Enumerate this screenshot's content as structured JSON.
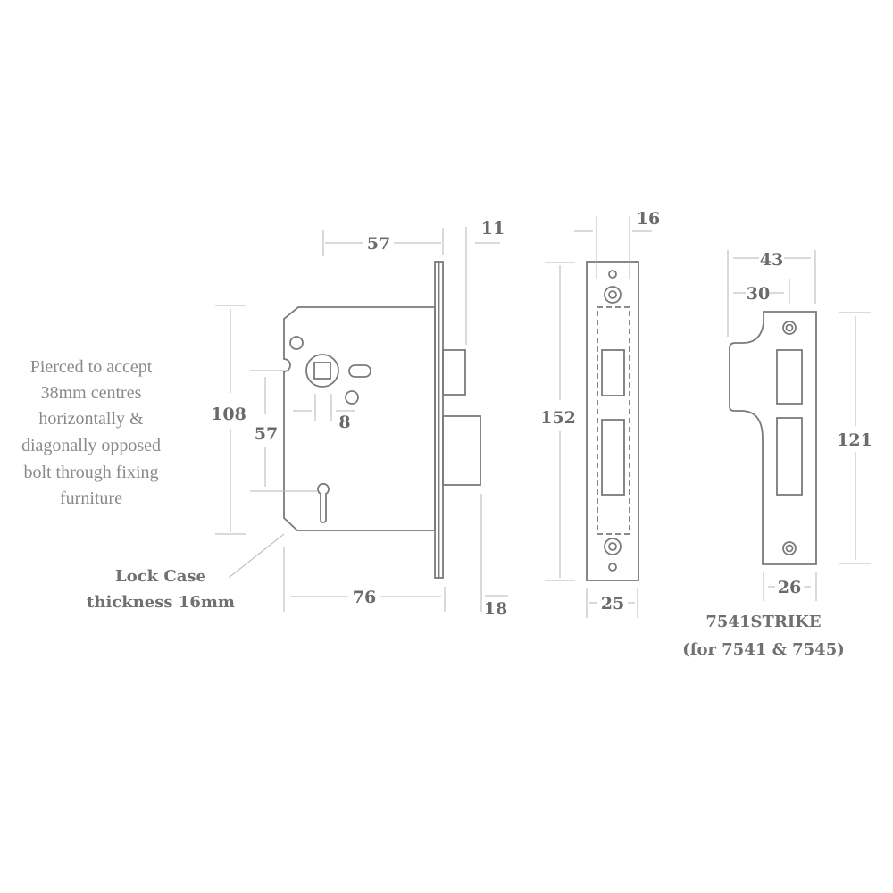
{
  "lock_body": {
    "dimensions": {
      "backset_width": "57",
      "bolt_projection": "11",
      "case_height": "108",
      "centres": "57",
      "follower_size": "8",
      "case_width": "76",
      "forend_offset": "18"
    },
    "note_lines": [
      "Pierced to accept",
      "38mm centres",
      "horizontally &",
      "diagonally opposed",
      "bolt through fixing",
      "furniture"
    ],
    "case_label_lines": [
      "Lock Case",
      "thickness 16mm"
    ]
  },
  "forend": {
    "dimensions": {
      "thickness": "16",
      "height": "152",
      "width": "25"
    }
  },
  "strike": {
    "dimensions": {
      "overall_width": "43",
      "lip_width": "30",
      "height": "121",
      "plate_width": "26"
    },
    "title_lines": [
      "7541STRIKE",
      "(for 7541 & 7545)"
    ]
  },
  "colors": {
    "outline": "#7a7a7a",
    "dimension_line": "#b4b4b4",
    "text": "#6a6a6a",
    "background": "#ffffff"
  }
}
